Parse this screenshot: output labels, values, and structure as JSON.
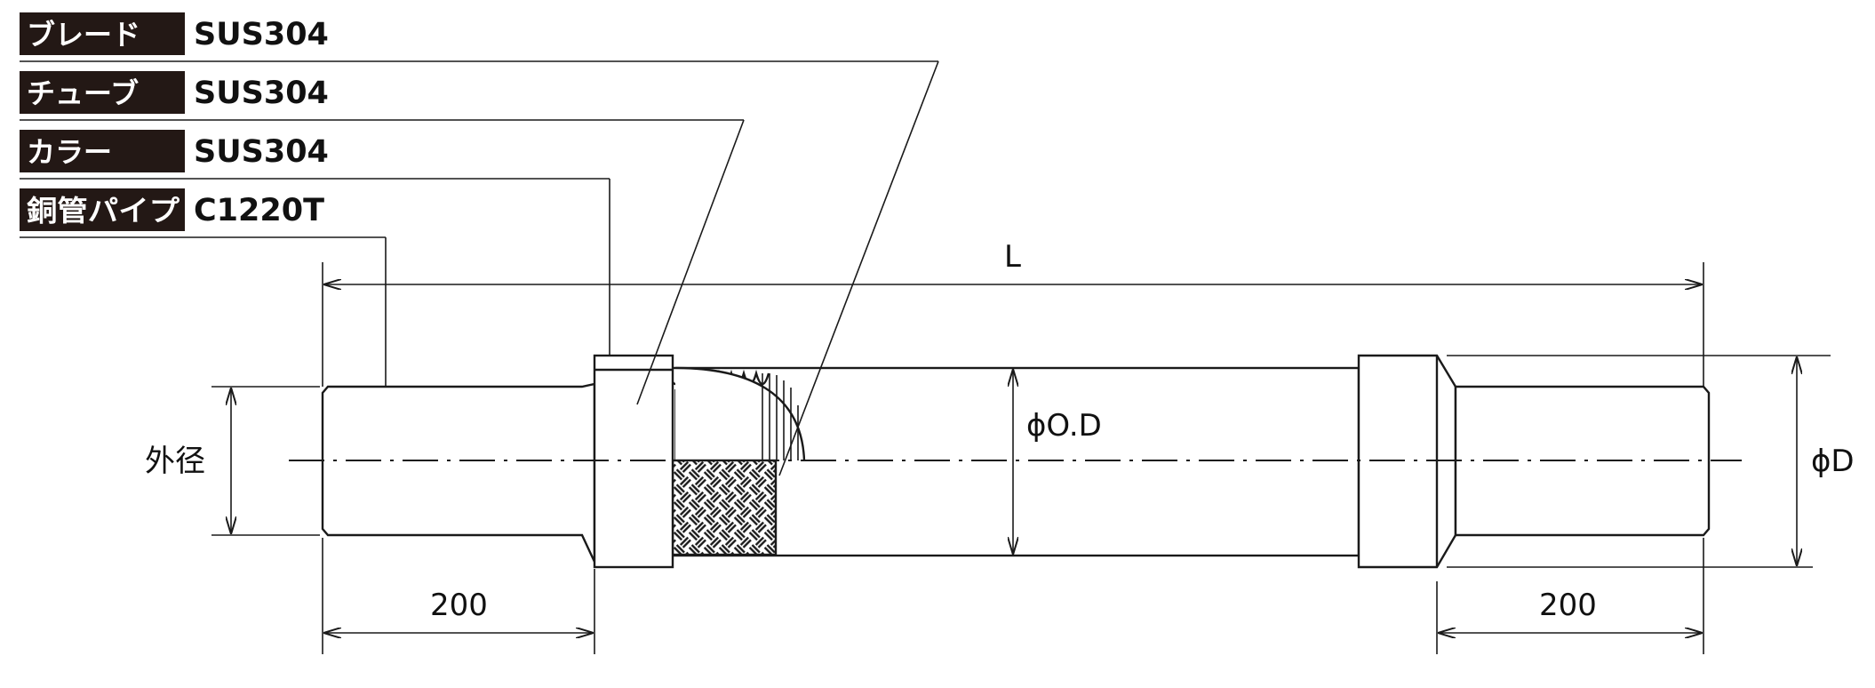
{
  "materials": [
    {
      "part": "ブレード",
      "material": "SUS304"
    },
    {
      "part": "チューブ",
      "material": "SUS304"
    },
    {
      "part": "カラー",
      "material": "SUS304"
    },
    {
      "part": "銅管パイプ",
      "material": "C1220T"
    }
  ],
  "dimensions": {
    "overall_length": "L",
    "hose_diameter": "ϕO.D",
    "outer_diameter": "外径",
    "collar_diameter": "ϕD",
    "left_pipe_length": "200",
    "right_pipe_length": "200"
  },
  "colors": {
    "line": "#1a1a1a",
    "tag_background": "#231815",
    "tag_text": "#ffffff"
  }
}
